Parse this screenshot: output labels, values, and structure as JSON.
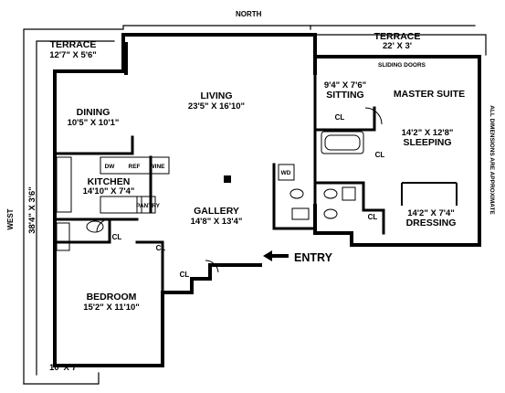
{
  "compass": {
    "north": "NORTH",
    "west": "WEST"
  },
  "note": "ALL DIMENSIONS ARE APPROXIMATE",
  "rooms": {
    "terrace_left": {
      "name": "TERRACE",
      "dim": "12'7\" X 5'6\""
    },
    "terrace_right": {
      "name": "TERRACE",
      "dim": "22' X 3'"
    },
    "sliding_doors": "SLIDING DOORS",
    "dining": {
      "name": "DINING",
      "dim": "10'5\" X 10'1\""
    },
    "living": {
      "name": "LIVING",
      "dim": "23'5\" X 16'10\""
    },
    "sitting": {
      "dim": "9'4\" X 7'6\"",
      "name": "SITTING"
    },
    "master": {
      "name": "MASTER SUITE",
      "dim": "14'2\" X 12'8\"",
      "sub": "SLEEPING"
    },
    "dressing": {
      "dim": "14'2\" X 7'4\"",
      "name": "DRESSING"
    },
    "kitchen": {
      "name": "KITCHEN",
      "dim": "14'10\" X 7'4\""
    },
    "gallery": {
      "name": "GALLERY",
      "dim": "14'8\" X 13'4\""
    },
    "bedroom": {
      "name": "BEDROOM",
      "dim": "15'2\" X 11'10\""
    },
    "terrace_west": {
      "dim": "38'4\" X 3'6\""
    },
    "terrace_bottom": {
      "dim": "10' X 7'"
    }
  },
  "fixtures": {
    "dw": "DW",
    "ref": "REF",
    "wine": "WINE",
    "pantry": "PANTRY",
    "wd": "WD",
    "cl_sitting": "CL",
    "cl_bath": "CL",
    "cl_dressing": "CL",
    "cl_bed1": "CL",
    "cl_bed2": "CL",
    "cl_gallery": "CL"
  },
  "entry": {
    "label": "ENTRY"
  }
}
